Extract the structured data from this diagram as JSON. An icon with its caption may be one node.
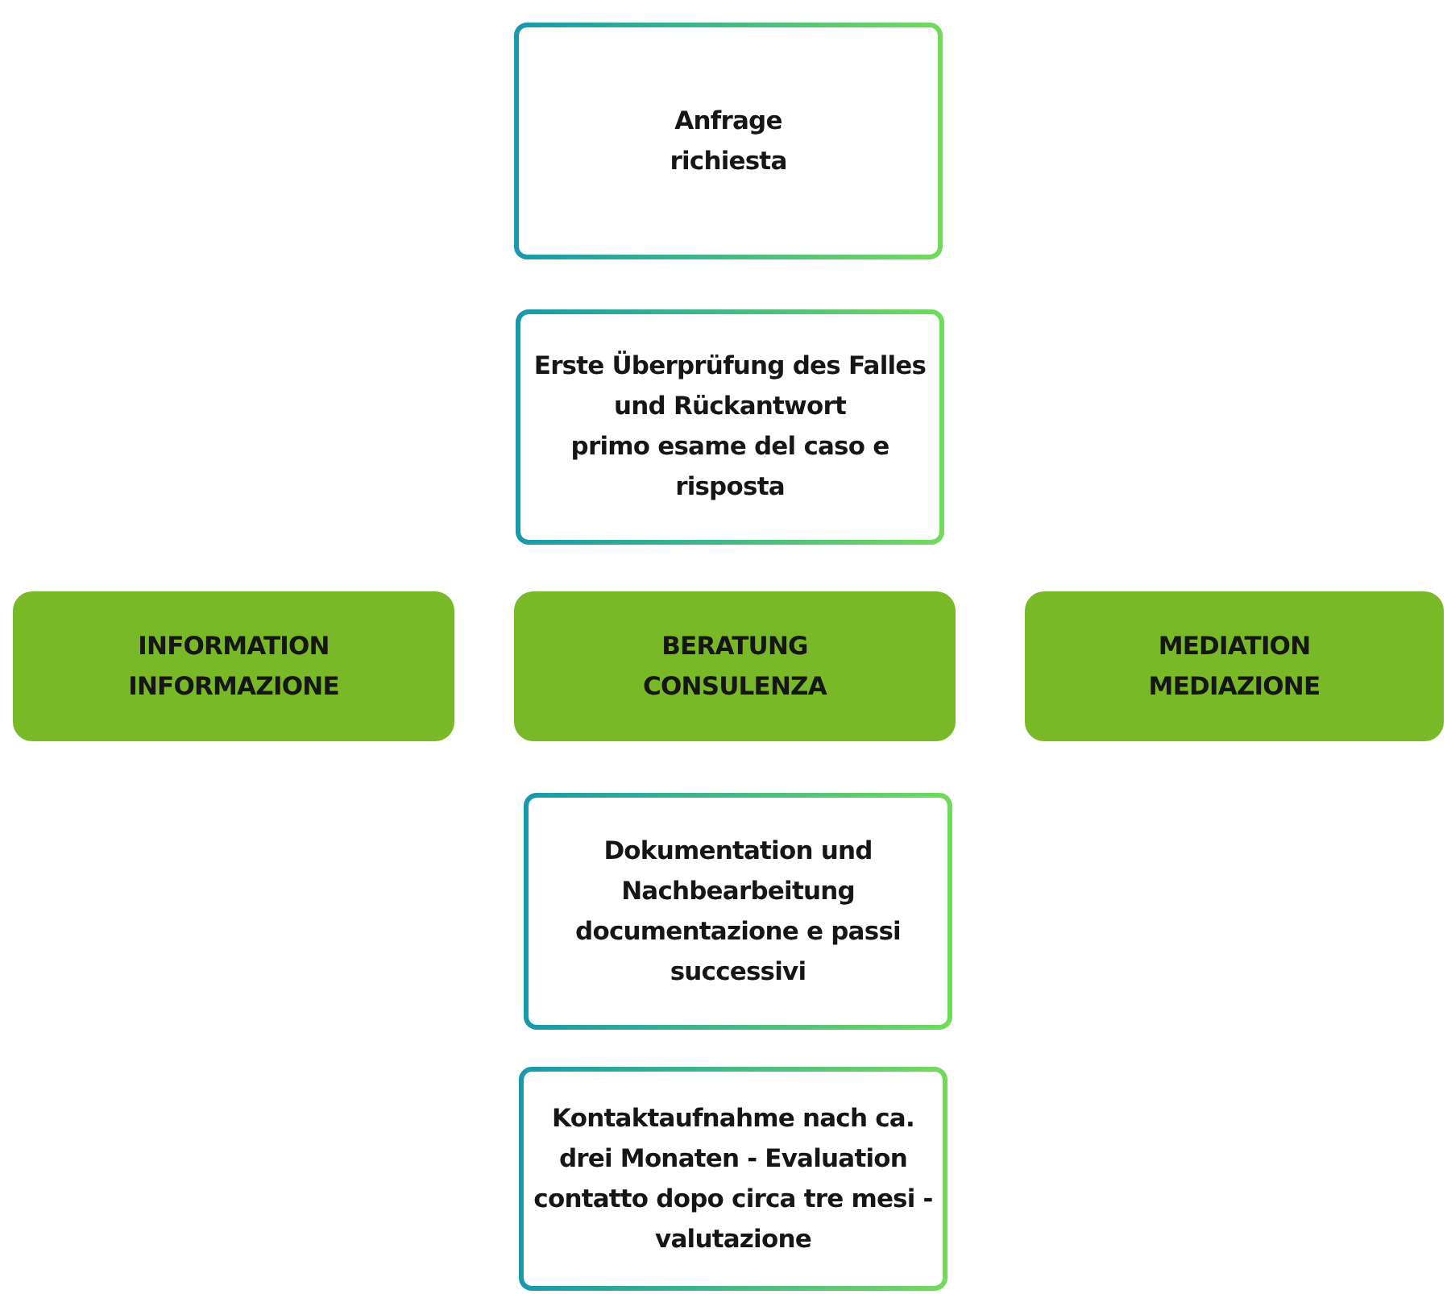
{
  "diagram": {
    "nodes": [
      {
        "text": [
          "Anfrage",
          "richiesta"
        ]
      },
      {
        "text": [
          "Erste Überprüfung des Falles und Rückantwort",
          "primo esame del caso e risposta"
        ]
      },
      {
        "text": [
          "INFORMATION",
          "INFORMAZIONE"
        ]
      },
      {
        "text": [
          "BERATUNG",
          "CONSULENZA"
        ]
      },
      {
        "text": [
          "MEDIATION",
          "MEDIAZIONE"
        ]
      },
      {
        "text": [
          "Dokumentation und Nachbearbeitung",
          "documentazione e passi successivi"
        ]
      },
      {
        "text": [
          "Kontaktaufnahme nach ca. drei Monaten - Evaluation",
          "contatto dopo circa tre mesi - valutazione"
        ]
      }
    ]
  }
}
